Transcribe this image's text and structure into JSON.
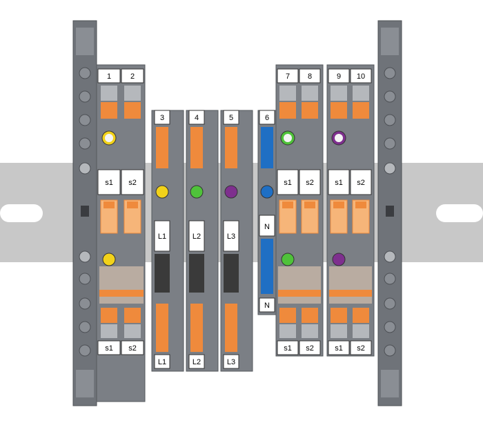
{
  "colors": {
    "rail": "#c8c8c8",
    "housing": "#7b7f85",
    "housing_dark": "#5f6369",
    "housing_light": "#9a9ea4",
    "orange": "#ef8a3c",
    "orange_light": "#f6b579",
    "yellow": "#f2d21a",
    "green": "#4fc23a",
    "purple": "#7e2f8e",
    "blue": "#1f6fc4",
    "black_block": "#3a3a3a",
    "label_bg": "#ffffff"
  },
  "top_numbers": [
    "1",
    "2",
    "3",
    "4",
    "5",
    "6",
    "7",
    "8",
    "9",
    "10"
  ],
  "left_module": {
    "s_labels": [
      "s1",
      "s2"
    ],
    "bottom_labels": [
      "s1",
      "s2"
    ]
  },
  "phase_blocks": [
    {
      "number": "3",
      "mid_label": "L1",
      "bottom_label": "L1"
    },
    {
      "number": "4",
      "mid_label": "L2",
      "bottom_label": "L2"
    },
    {
      "number": "5",
      "mid_label": "L3",
      "bottom_label": "L3"
    },
    {
      "number": "6",
      "mid_label": "N",
      "bottom_label": "N"
    }
  ],
  "right_modules": [
    {
      "s_labels": [
        "s1",
        "s2"
      ],
      "bottom_labels": [
        "s1",
        "s2"
      ]
    },
    {
      "s_labels": [
        "s1",
        "s2"
      ],
      "bottom_labels": [
        "s1",
        "s2"
      ]
    }
  ]
}
